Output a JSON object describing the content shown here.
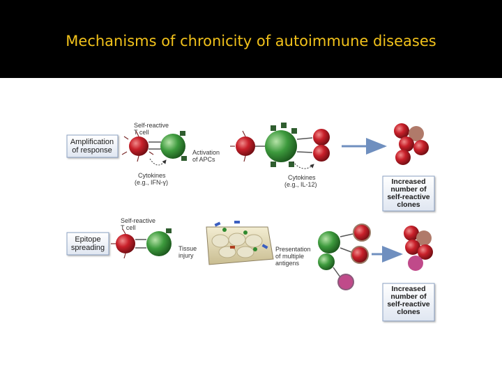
{
  "slide": {
    "title": "Mechanisms of chronicity of autoimmune diseases"
  },
  "panel_a": {
    "label": [
      "Amplification",
      "of response"
    ],
    "t_cell_label": [
      "Self-reactive",
      "T cell"
    ],
    "cytokines_left": [
      "Cytokines",
      "(e.g., IFN-γ)"
    ],
    "activation": [
      "Activation",
      "of APCs"
    ],
    "cytokines_right": [
      "Cytokines",
      "(e.g., IL-12)"
    ],
    "result": [
      "Increased",
      "number of",
      "self-reactive",
      "clones"
    ]
  },
  "panel_b": {
    "label": [
      "Epitope",
      "spreading"
    ],
    "t_cell_label": [
      "Self-reactive",
      "T cell"
    ],
    "tissue": [
      "Tissue",
      "injury"
    ],
    "presentation": [
      "Presentation",
      "of multiple",
      "antigens"
    ],
    "result": [
      "Increased",
      "number of",
      "self-reactive",
      "clones"
    ]
  },
  "colors": {
    "title_bar": "#000000",
    "title_text": "#f2c21b",
    "t_cell": "#c8202a",
    "apc": "#3d9a3d",
    "label_box": "#eef2f8",
    "arrow": "#6f8fbf"
  }
}
